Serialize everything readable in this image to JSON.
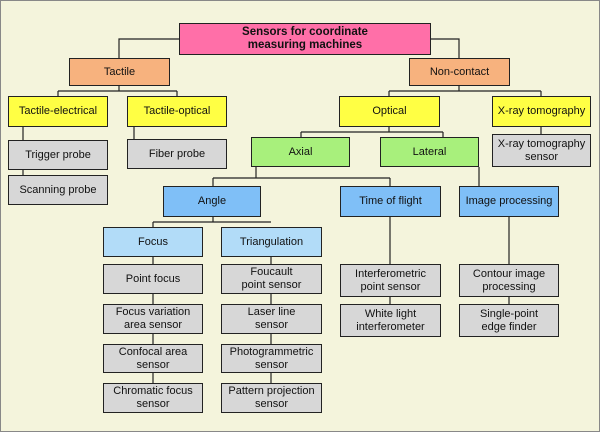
{
  "title": "Sensors for coordinate\nmeasuring machines",
  "tactile": {
    "label": "Tactile",
    "electrical": {
      "label": "Tactile-electrical",
      "items": [
        "Trigger probe",
        "Scanning probe"
      ]
    },
    "optical": {
      "label": "Tactile-optical",
      "items": [
        "Fiber probe"
      ]
    }
  },
  "noncontact": {
    "label": "Non-contact",
    "optical": {
      "label": "Optical",
      "axial": {
        "label": "Axial",
        "angle": {
          "label": "Angle",
          "focus": {
            "label": "Focus",
            "items": [
              "Point focus",
              "Focus variation\narea sensor",
              "Confocal area\nsensor",
              "Chromatic focus\nsensor"
            ]
          },
          "triangulation": {
            "label": "Triangulation",
            "items": [
              "Foucault\npoint sensor",
              "Laser line\nsensor",
              "Photogrammetric\nsensor",
              "Pattern projection\nsensor"
            ]
          }
        },
        "time_of_flight": {
          "label": "Time of flight",
          "items": [
            "Interferometric\npoint sensor",
            "White light\ninterferometer"
          ]
        }
      },
      "lateral": {
        "label": "Lateral",
        "image_processing": {
          "label": "Image processing",
          "items": [
            "Contour image\nprocessing",
            "Single-point\nedge finder"
          ]
        }
      }
    },
    "xray": {
      "label": "X-ray tomography",
      "items": [
        "X-ray tomography\nsensor"
      ]
    }
  }
}
